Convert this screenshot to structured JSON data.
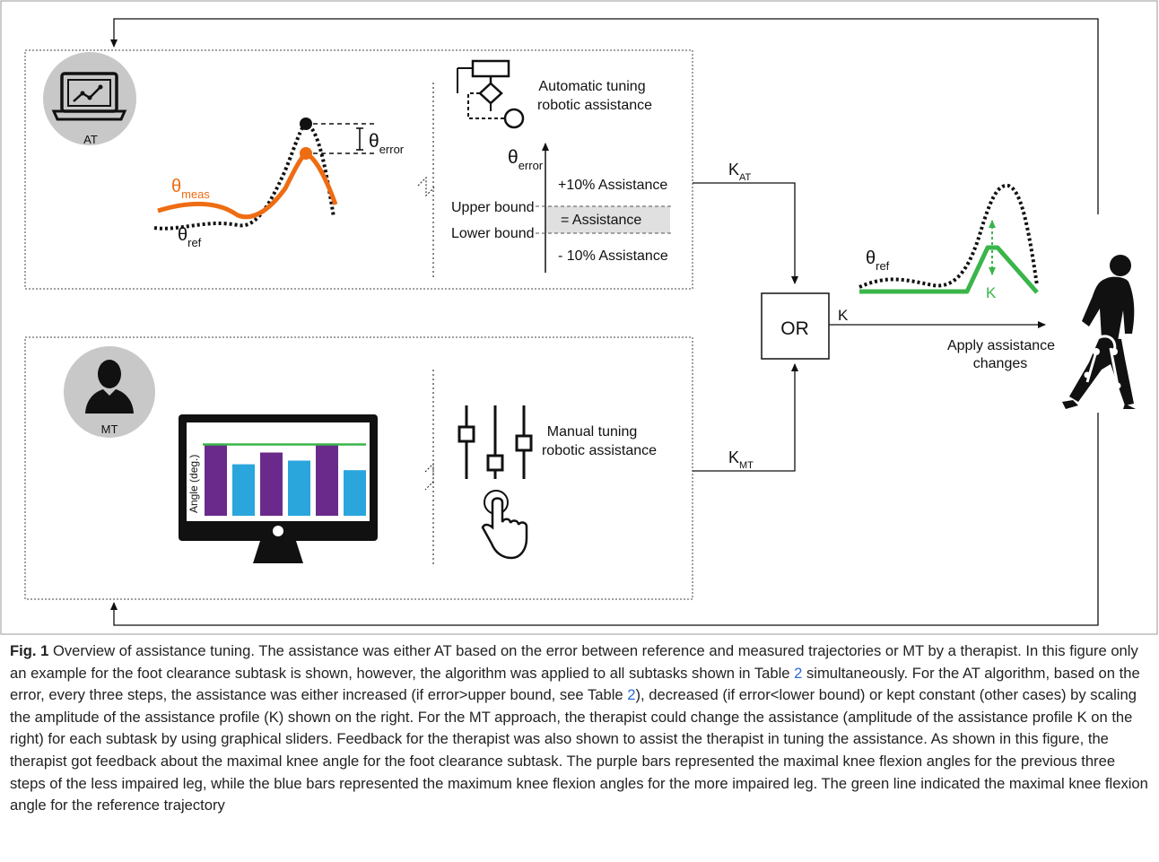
{
  "at_panel": {
    "badge": "AT",
    "theta_error": "θ",
    "theta_error_sub": "error",
    "theta_meas": "θ",
    "theta_meas_sub": "meas",
    "theta_ref": "θ",
    "theta_ref_sub": "ref",
    "tuning_title_1": "Automatic tuning",
    "tuning_title_2": "robotic assistance",
    "scale_axis": "θ",
    "scale_axis_sub": "error",
    "plus": "+10% Assistance",
    "equal": "= Assistance",
    "minus": "- 10% Assistance",
    "upper_bound": "Upper bound",
    "lower_bound": "Lower bound"
  },
  "mt_panel": {
    "badge": "MT",
    "monitor_axis": "Angle (deg.)",
    "tuning_title_1": "Manual tuning",
    "tuning_title_2": "robotic assistance",
    "bars": [
      {
        "group": "less-impaired",
        "value": 0.97
      },
      {
        "group": "more-impaired",
        "value": 0.7
      },
      {
        "group": "less-impaired",
        "value": 0.86
      },
      {
        "group": "more-impaired",
        "value": 0.75
      },
      {
        "group": "less-impaired",
        "value": 0.96
      },
      {
        "group": "more-impaired",
        "value": 0.62
      }
    ],
    "reference_level": 0.97
  },
  "flow": {
    "k_at": "K",
    "k_at_sub": "AT",
    "k_mt": "K",
    "k_mt_sub": "MT",
    "or_label": "OR",
    "k_label": "K",
    "apply_1": "Apply assistance",
    "apply_2": "changes",
    "profile_theta": "θ",
    "profile_theta_sub": "ref",
    "profile_k": "K"
  },
  "colors": {
    "orange": "#ee6c12",
    "green": "#3ab54a",
    "purple": "#6a2a8c",
    "blue": "#2aa6dd",
    "gray_badge": "#c8c8c8",
    "band": "#e0e0e0"
  },
  "caption": {
    "label": "Fig. 1",
    "p1": " Overview of assistance tuning. The assistance was either AT based on the error between reference and measured trajectories or MT by a therapist. In this figure only an example for the foot clearance subtask is shown, however, the algorithm was applied to all subtasks shown in Table ",
    "ref1": "2",
    "p2": " simultaneously. For the AT algorithm, based on the error, every three steps, the assistance was either increased (if error>upper bound, see Table ",
    "ref2": "2",
    "p3": "), decreased (if error<lower bound) or kept constant (other cases) by scaling the amplitude of the assistance profile (K) shown on the right. For the MT approach, the therapist could change the assistance (amplitude of the assistance profile K on the right) for each subtask by using graphical sliders. Feedback for the therapist was also shown to assist the therapist in tuning the assistance. As shown in this figure, the therapist got feedback about the maximal knee angle for the foot clearance subtask. The purple bars represented the maximal knee flexion angles for the previous three steps of the less impaired leg, while the blue bars represented the maximum knee flexion angles for the more impaired leg. The green line indicated the maximal knee flexion angle for the reference trajectory"
  }
}
